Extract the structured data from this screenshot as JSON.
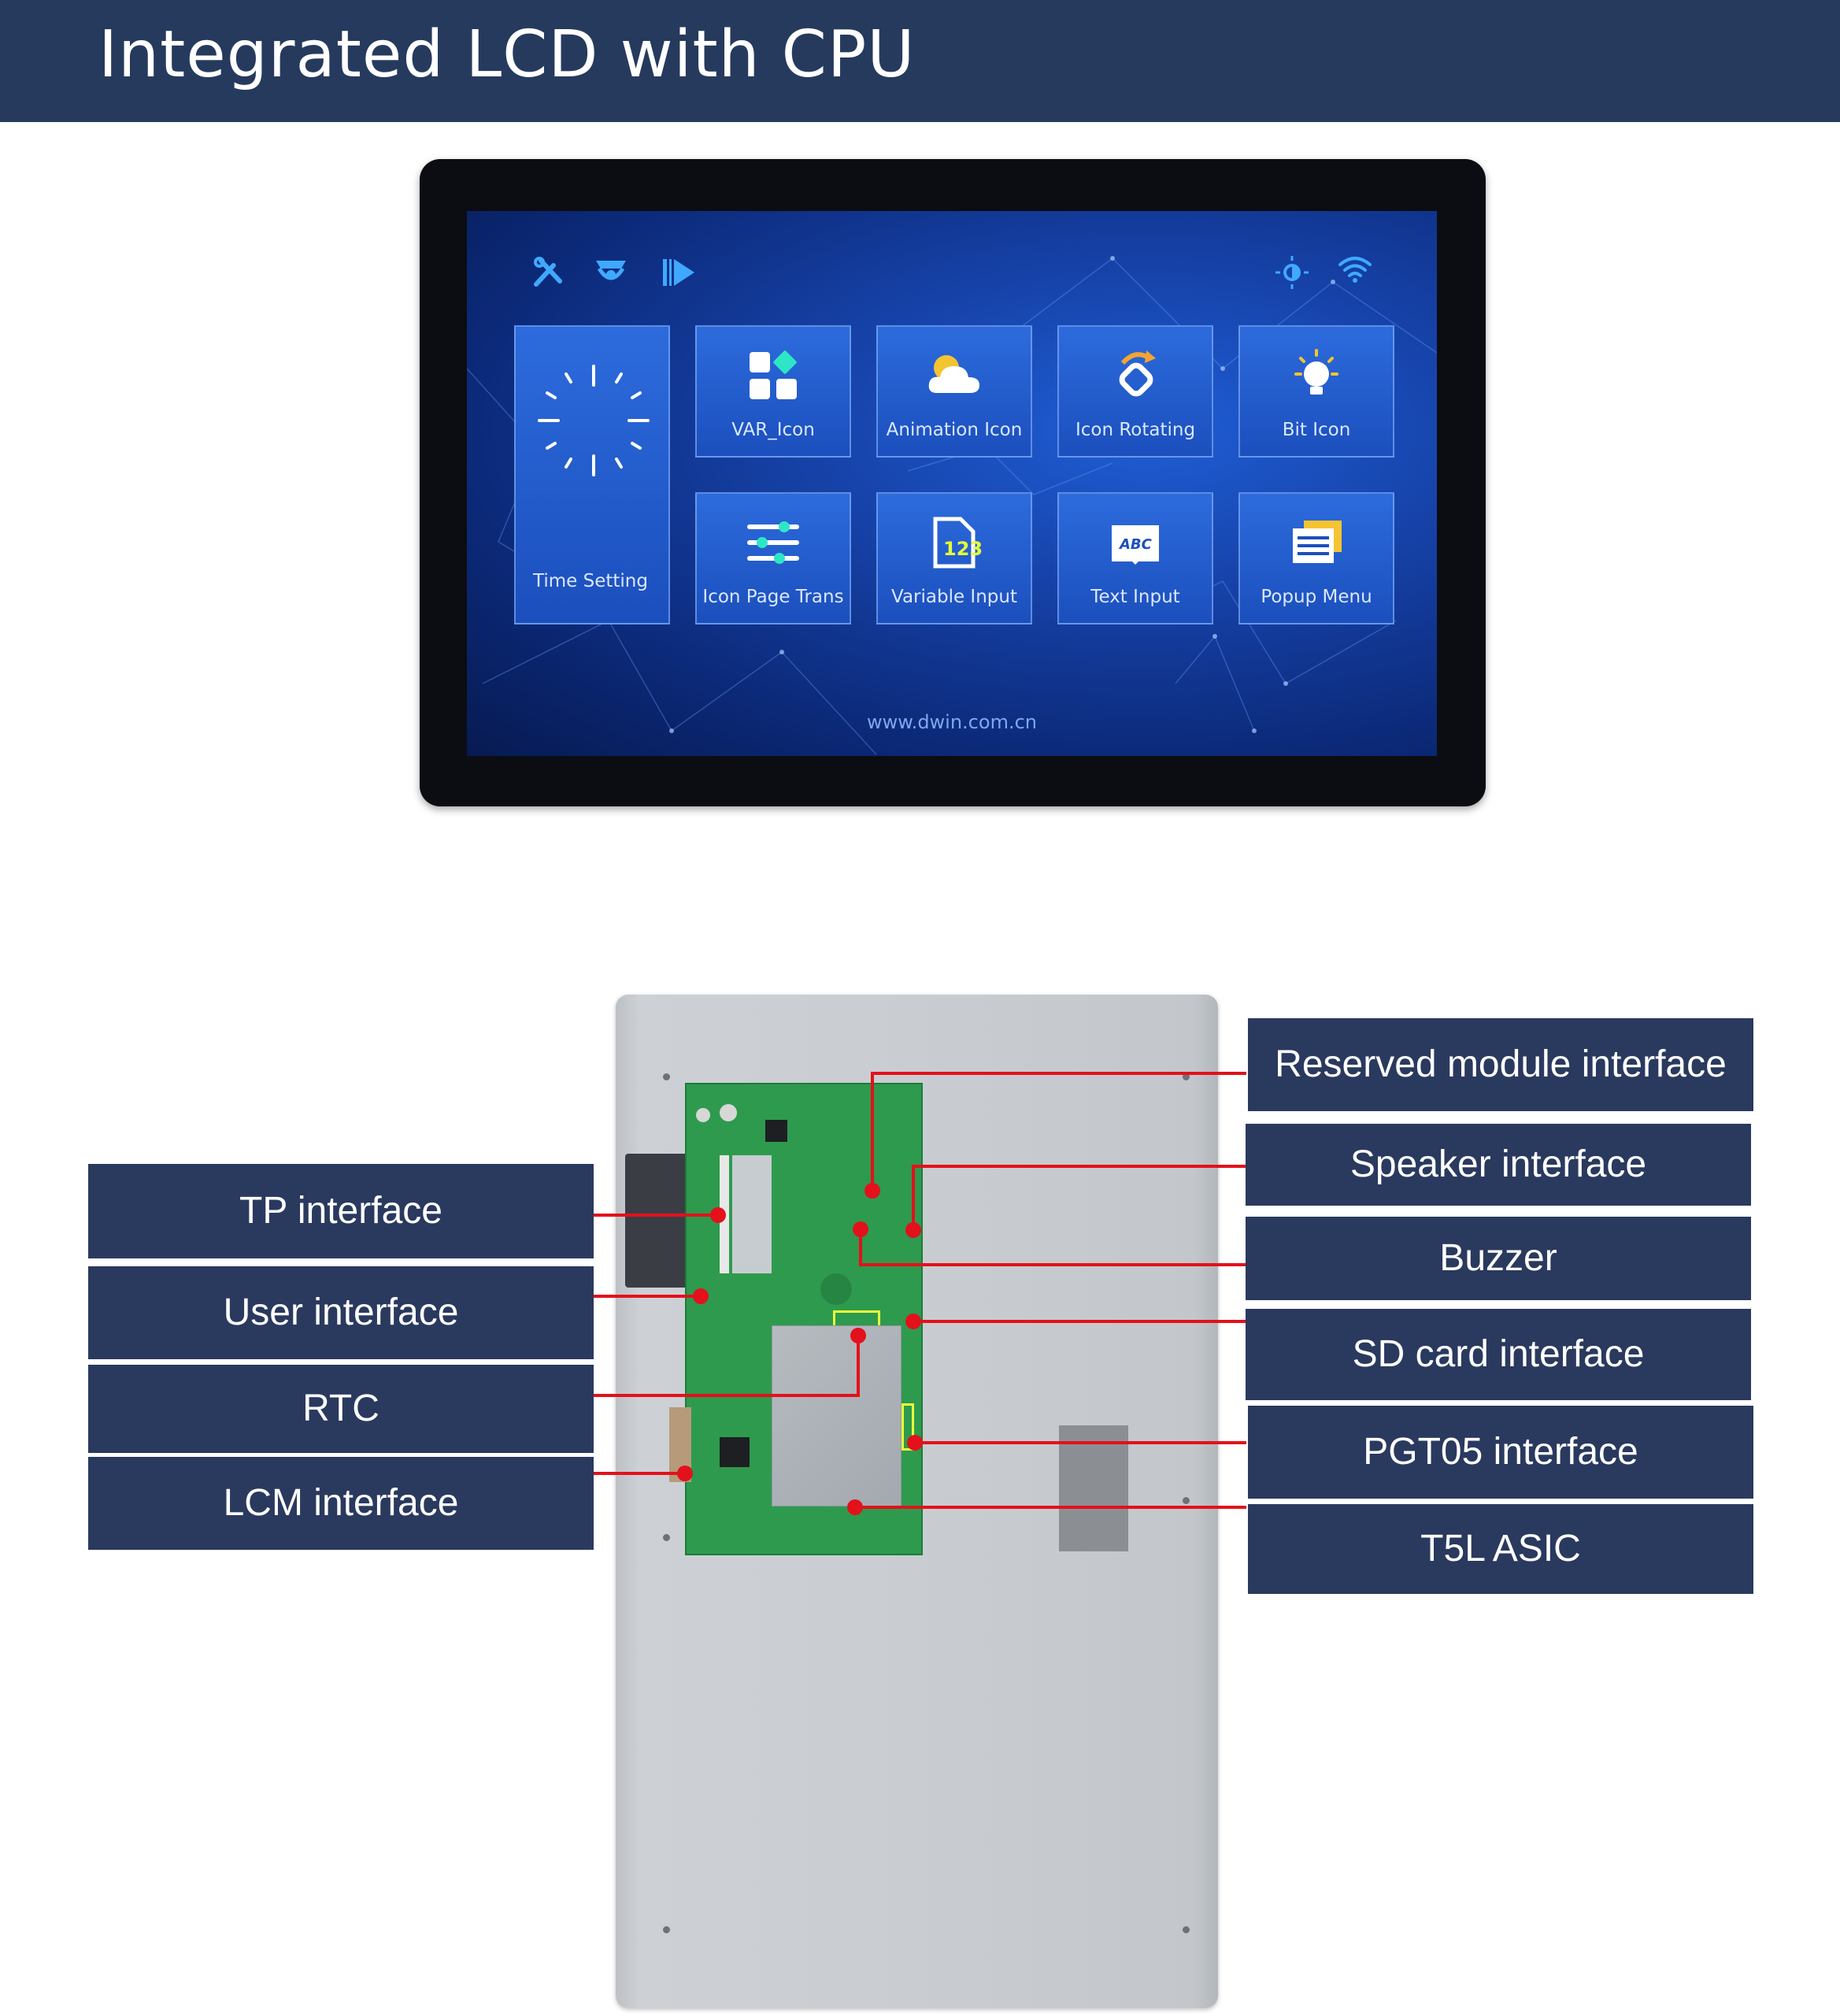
{
  "header": {
    "title": "Integrated LCD with CPU"
  },
  "screen": {
    "tiles": [
      {
        "label": "Time Setting",
        "icon": "clock-icon"
      },
      {
        "label": "VAR_Icon",
        "icon": "grid-icon"
      },
      {
        "label": "Animation Icon",
        "icon": "cloud-icon"
      },
      {
        "label": "Icon Rotating",
        "icon": "rotate-icon"
      },
      {
        "label": "Bit Icon",
        "icon": "bulb-icon"
      },
      {
        "label": "Icon Page Trans",
        "icon": "sliders-icon"
      },
      {
        "label": "Variable Input",
        "icon": "number-input-icon"
      },
      {
        "label": "Text Input",
        "icon": "book-icon"
      },
      {
        "label": "Popup Menu",
        "icon": "list-icon"
      }
    ],
    "top_icons": [
      "tools-icon",
      "camera-icon",
      "play-icon",
      "brightness-icon",
      "wifi-icon"
    ],
    "url": "www.dwin.com.cn"
  },
  "callouts": {
    "left": [
      "TP interface",
      "User interface",
      "RTC",
      "LCM interface"
    ],
    "right": [
      "Reserved module interface",
      "Speaker interface",
      "Buzzer",
      "SD card interface",
      "PGT05 interface",
      "T5L ASIC"
    ]
  },
  "colors": {
    "header_bg": "#263a5e",
    "callout_bg": "#2a395e",
    "leader_line": "#e3111b"
  }
}
